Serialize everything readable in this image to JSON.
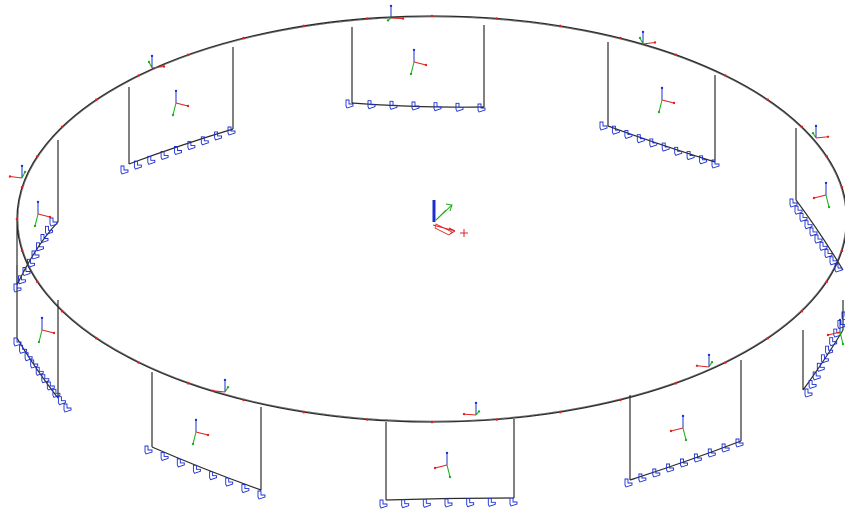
{
  "viewport": {
    "background": "#ffffff"
  },
  "model": {
    "line_color": "#2b2b2b",
    "fixture_color": "#1a2fd0",
    "axis_colors": {
      "x": "#e02020",
      "y": "#18b018",
      "z": "#1a2fd0"
    },
    "icons": [
      "ring-edge",
      "post-line",
      "seat-fixture-icon",
      "axis-triad-icon",
      "node-marker"
    ]
  }
}
